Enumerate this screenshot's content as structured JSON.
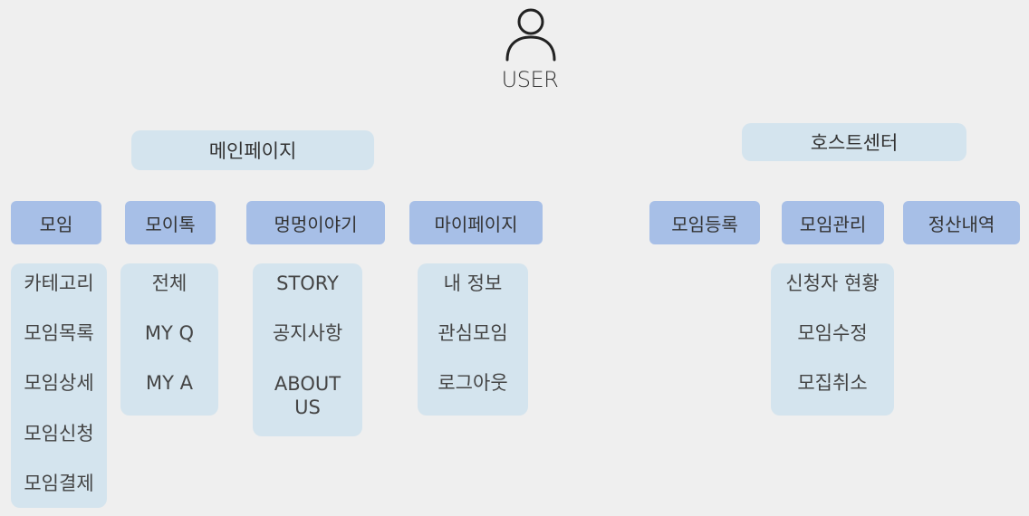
{
  "user": {
    "icon": "user-icon",
    "label": "USER"
  },
  "sections": {
    "main": "메인페이지",
    "host": "호스트센터"
  },
  "categories": {
    "moim": {
      "label": "모임",
      "items": [
        "카테고리",
        "모임목록",
        "모임상세",
        "모임신청",
        "모임결제"
      ]
    },
    "moitok": {
      "label": "모이톡",
      "items": [
        "전체",
        "MY Q",
        "MY A"
      ]
    },
    "story": {
      "label": "멍멍이야기",
      "items": [
        "STORY",
        "공지사항",
        "ABOUT US"
      ]
    },
    "mypage": {
      "label": "마이페이지",
      "items": [
        "내 정보",
        "관심모임",
        "로그아웃"
      ]
    },
    "register": {
      "label": "모임등록"
    },
    "manage": {
      "label": "모임관리",
      "items": [
        "신청자 현황",
        "모임수정",
        "모집취소"
      ]
    },
    "settlement": {
      "label": "정산내역"
    }
  },
  "colors": {
    "background": "#efefef",
    "section": "#d4e4ee",
    "category": "#a7bfe7",
    "list": "#d4e4ee"
  }
}
